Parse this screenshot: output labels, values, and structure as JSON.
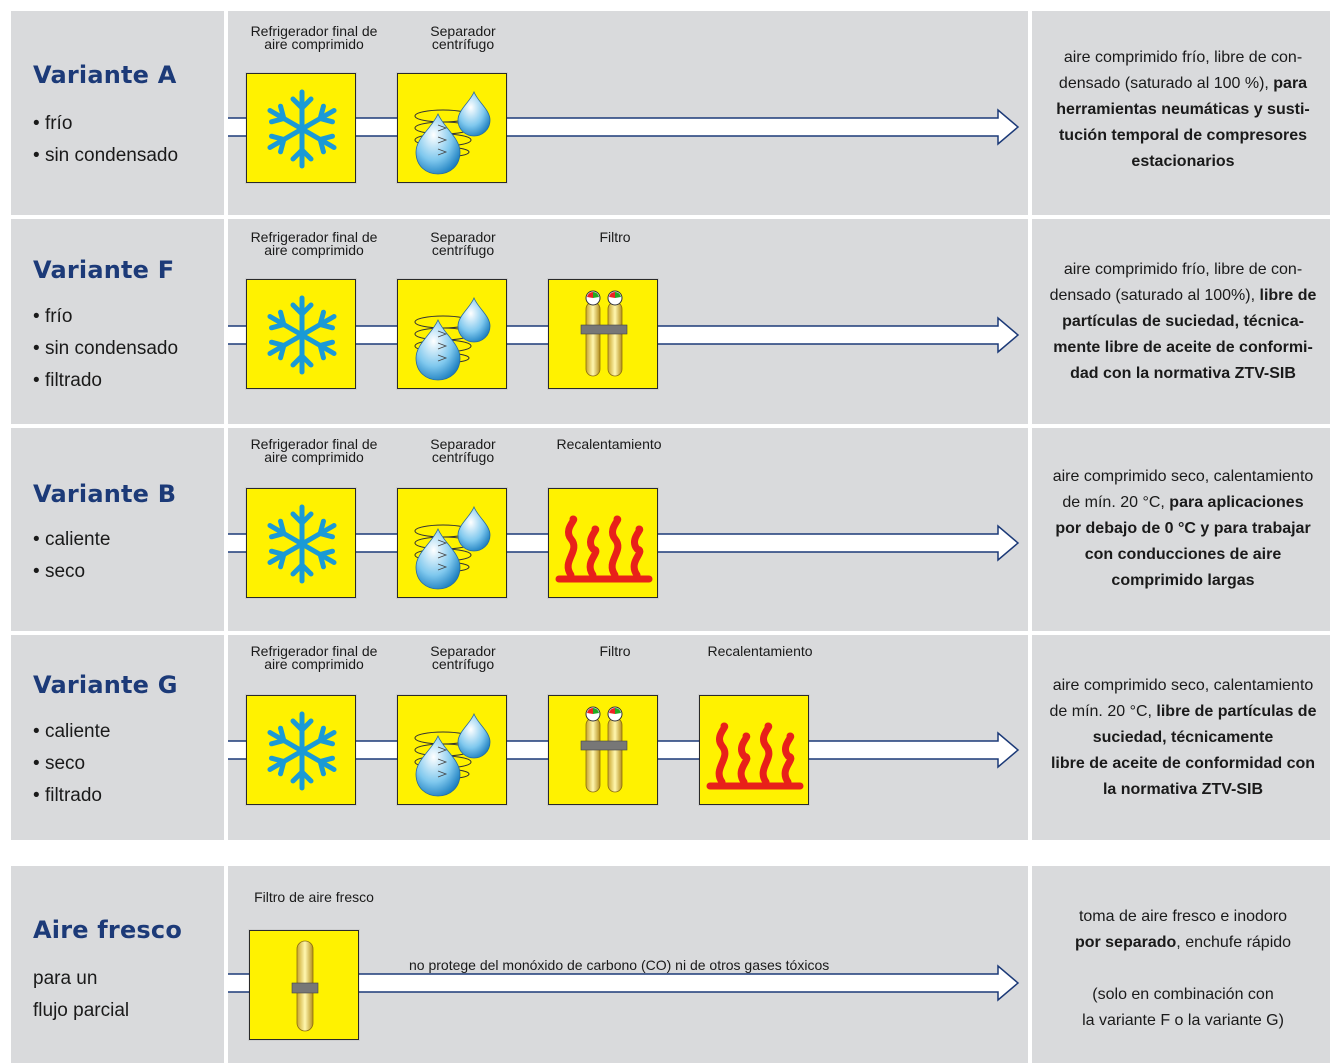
{
  "colors": {
    "panel": "#d9dadc",
    "title": "#1c3a78",
    "box": "#fff200",
    "snow": "#1a9ad6",
    "flame": "#e8201a"
  },
  "labels": {
    "cooler": "Refrigerador final de aire comprimido",
    "separator": "Separador centrífugo",
    "filter": "Filtro",
    "reheat": "Recalentamiento",
    "fresh_filter": "Filtro de aire fresco"
  },
  "rows": [
    {
      "title": "Variante A",
      "bullets": [
        "frío",
        "sin condensado"
      ],
      "components": [
        "cooler",
        "separator"
      ],
      "desc_parts": [
        {
          "t": "aire comprimido frío, libre de con-densado (saturado al 100 %), ",
          "b": false
        },
        {
          "t": "para herramientas neumáticas y susti-tución temporal de compresores estacionarios",
          "b": true
        }
      ]
    },
    {
      "title": "Variante F",
      "bullets": [
        "frío",
        "sin condensado",
        "filtrado"
      ],
      "components": [
        "cooler",
        "separator",
        "filter"
      ],
      "desc_parts": [
        {
          "t": "aire comprimido frío, libre de con-densado (saturado al 100%), ",
          "b": false
        },
        {
          "t": "libre de partículas de suciedad, técnica-mente libre de aceite de conformi-dad con la normativa ZTV-SIB",
          "b": true
        }
      ]
    },
    {
      "title": "Variante B",
      "bullets": [
        "caliente",
        "seco"
      ],
      "components": [
        "cooler",
        "separator",
        "reheat"
      ],
      "desc_parts": [
        {
          "t": "aire comprimido seco, calentamiento de mín. 20 °C, ",
          "b": false
        },
        {
          "t": "para aplicaciones por debajo de 0 °C y para trabajar con conducciones de aire comprimido largas",
          "b": true
        }
      ]
    },
    {
      "title": "Variante G",
      "bullets": [
        "caliente",
        "seco",
        "filtrado"
      ],
      "components": [
        "cooler",
        "separator",
        "filter",
        "reheat"
      ],
      "desc_parts": [
        {
          "t": "aire comprimido seco, calentamiento de mín. 20 °C, ",
          "b": false
        },
        {
          "t": "libre de partículas de suciedad, técnicamente libre de aceite de conformidad con la normativa ZTV-SIB",
          "b": true
        }
      ]
    }
  ],
  "fresh": {
    "title": "Aire fresco",
    "lines": [
      "para un",
      "flujo parcial"
    ],
    "pipe_note": "no protege del monóxido de carbono (CO) ni de otros gases tóxicos",
    "desc_line1": "toma de aire fresco e inodoro",
    "desc_bold": "por separado",
    "desc_line2_rest": ", enchufe rápido",
    "desc_note1": "(solo en combinación con",
    "desc_note2": "la variante F o la variante G)"
  }
}
